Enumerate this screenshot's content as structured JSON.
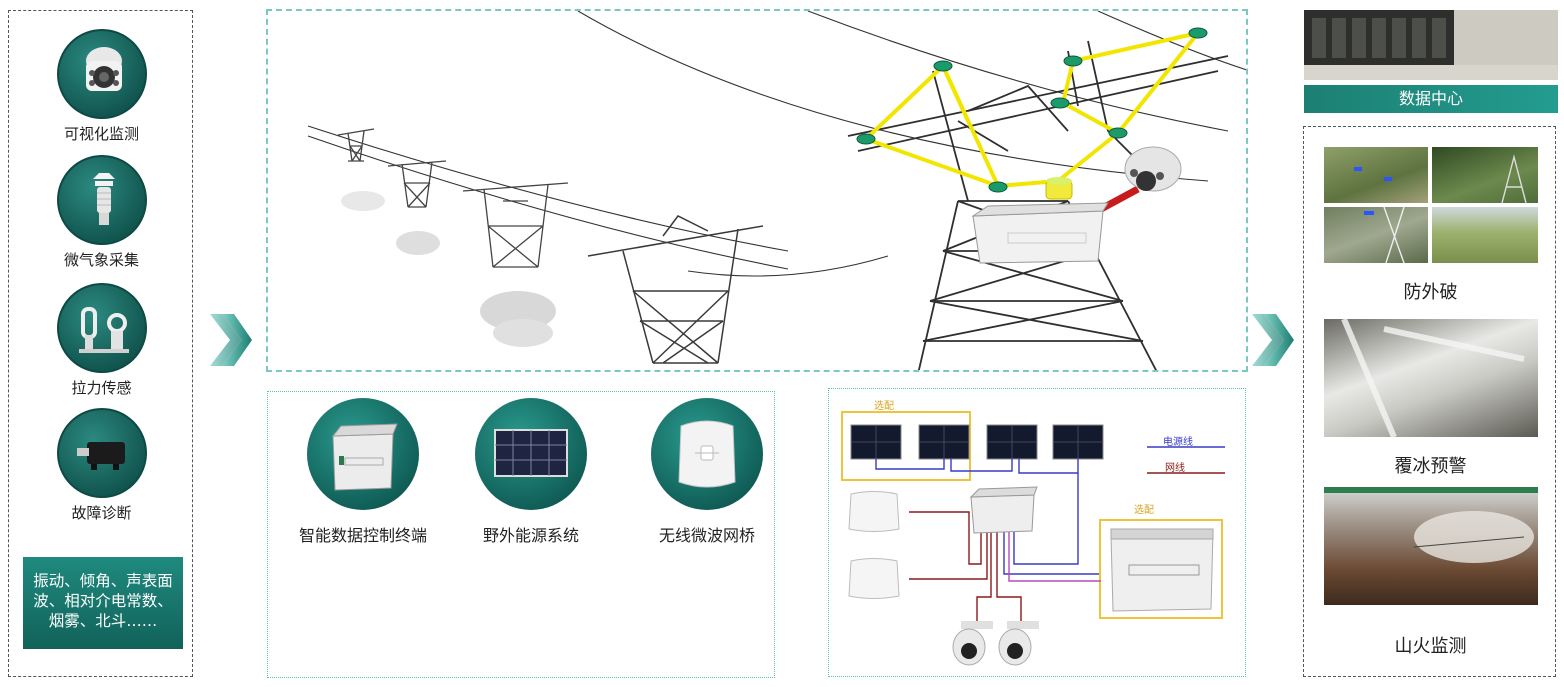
{
  "sensors": [
    {
      "label": "可视化监测",
      "icon": "camera-icon"
    },
    {
      "label": "微气象采集",
      "icon": "weather-station-icon"
    },
    {
      "label": "拉力传感",
      "icon": "tension-sensor-icon"
    },
    {
      "label": "故障诊断",
      "icon": "fault-diagnosis-icon"
    }
  ],
  "params_text": "振动、倾角、声表面波、相对介电常数、烟雾、北斗……",
  "scene": {
    "terminal_caption": "智能数据控制终端"
  },
  "devices": [
    {
      "label": "智能数据控制终端",
      "icon": "control-terminal-icon"
    },
    {
      "label": "野外能源系统",
      "icon": "solar-panel-icon"
    },
    {
      "label": "无线微波网桥",
      "icon": "microwave-bridge-icon"
    }
  ],
  "wiring": {
    "optional_label_1": "选配",
    "optional_label_2": "选配",
    "legend_power": "电源线",
    "legend_network": "网线",
    "power_color": "#3a3ac8",
    "network_color": "#8b1a1a"
  },
  "datacenter": {
    "label": "数据中心"
  },
  "applications": [
    {
      "label": "防外破"
    },
    {
      "label": "覆冰预警"
    },
    {
      "label": "山火监测"
    }
  ],
  "colors": {
    "teal_dark": "#11544e",
    "teal": "#1f8a7f",
    "optional_yellow": "#f0c33c",
    "sensor_net_yellow": "#f2e600"
  }
}
